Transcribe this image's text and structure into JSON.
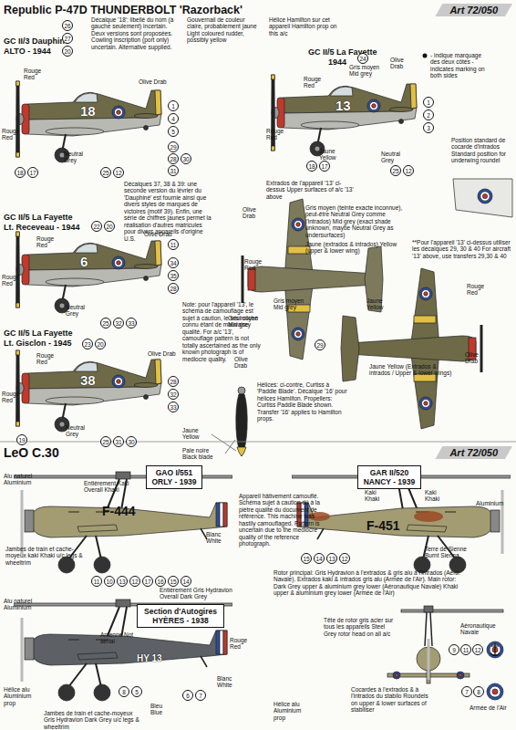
{
  "diagram": {
    "nodes": [
      {
        "text": [
          "Republic P-47D THUNDERBOLT 'Razorback'",
          "Art 72/050"
        ]
      },
      {
        "text": [
          "LeO C.30",
          "Art 72/050"
        ]
      },
      {
        "text": [
          "GAO I/551 ORLY - 1939"
        ]
      },
      {
        "text": [
          "GAR II/520 NANCY - 1939"
        ]
      },
      {
        "text": [
          "Section d'Autogires HYÈRES - 1938"
        ]
      }
    ],
    "labels": [
      "GC II/3 Dauphiné",
      "ALTO - 1944",
      "Décalque '18': libellé du nom (à gauche seulement) incertain. Deux versions sont proposées. Cowling inscription (port only) uncertain. Alternative supplied.",
      "Gouvernail de couleur claire, probablement jaune Light coloured rudder, possibly yellow",
      "Hélice Hamilton sur cet appareil Hamilton prop on this a/c",
      "GC II/5 La Fayette",
      "1944",
      "Rouge Red",
      "Rouge Red",
      "Olive Drab",
      "Neutral Grey",
      "Décalques 37, 38 & 39: une seconde version du lévrier du 'Dauphiné' est fournie ainsi que divers styles de marques de victoires (motif 39). Enfin, une série de chiffres jaunes permet la réalisation d'autres matricules pour divers appareils d'origine U.S.",
      "GC II/5 La Fayette",
      "Lt. Receveau - 1944",
      "Rouge Red",
      "Rouge Red",
      "Olive Drab",
      "Neutral Grey",
      "Note: pour l'appareil '13', le schéma de camouflage est sujet à caution, le seul cliché connu étant de mauvaise qualité. For a/c '13', camouflage pattern is not totally ascertained as the only known photograph is of mediocre quality.",
      "GC II/5 La Fayette",
      "Lt. Gisclon - 1945",
      "Rouge Red",
      "Rouge Red",
      "Olive Drab",
      "Neutral Grey",
      "Jaune Yellow",
      "Pale noire Black blade",
      "Hélices: ci-contre, Curtiss à 'Paddle Blade'. Décalque '16' pour hélices Hamilton. Propellers: Curtiss Paddle Blade shown. Transfer '16' applies to Hamilton props.",
      "Gris moyen Mid grey",
      "Olive Drab",
      "Rouge Red",
      "Rouge Red",
      "Jaune Yellow",
      "Neutral Grey",
      "Position standard de cocarde d'intrados Standard position for underwing roundel",
      "Extrados de l'appareil '13' ci-dessus Upper surfaces of a/c '13' above",
      "Olive Drab",
      "Gris moyen (teinte exacte inconnue), peut-être Neutral Grey comme l'intrados) Mid grey (exact shade unknown, maybe Neutral Grey as undersurfaces)",
      "**Pour l'appareil '13' ci-dessus utiliser les décalques 29, 30 & 40 For aircraft '13' above, use transfers 29,30 & 40",
      "Rouge Red",
      "Jaune (extrados & intrados) Yellow (upper & lower wing)",
      "Gris moyen Mid grey",
      "Gris moyen Mid grey",
      "Olive Drab",
      "Jaune Yellow",
      "Rouge Red",
      "Jaune Yellow (Extrados & intrados / Upper & lower wings)",
      "Olive Drab",
      "18",
      "13",
      "6",
      "38",
      "26",
      "27",
      "20",
      "18",
      "17",
      "25",
      "12",
      "1",
      "4",
      "5",
      "29",
      "28",
      "30",
      "31",
      "24",
      "18",
      "17",
      "25",
      "12",
      "1",
      "2",
      "3",
      "22",
      "20",
      "25",
      "32",
      "33",
      "11",
      "34",
      "35",
      "28",
      "23",
      "20",
      "19",
      "25",
      "31",
      "30",
      "28",
      "32",
      "33",
      "29",
      "Alu naturel Aluminium",
      "Entièrement Kaki Overall Khaki",
      "F-444",
      "Blanc White",
      "Jambes de train et cache-moyeux kaki Khaki u/c legs & wheeltrim",
      "Appareil hâtivement camouflé. Schéma sujet à caution dû à la piètre qualité du document de référence. This machine was hastily camouflaged. Pattern is uncertain due to the mediocre quality of the reference photograph.",
      "Kaki Khaki",
      "Kaki Khaki",
      "Aluminium",
      "F-451",
      "Terre de Sienne Burnt Sienna",
      "Rotor principal: Gris Hydravion à l'extrados & gris alu à l'intrados (Aéro. Navale). Extrados kaki & intrados gris alu (Armée de l'Air). Main rotor: Dark Grey upper & aluminium grey lower (Aéronautique Navale) Khaki upper & aluminium grey lower (Armée de l'Air)",
      "Alu naturel Aluminium",
      "Entièrement Gris Hydravion Overall Dark Grey",
      "Antenne Not aerial",
      "HY 13",
      "Rouge Red",
      "Blanc White",
      "Bleu Blue",
      "Hélice alu Aluminium prop",
      "Jambes de train et cache-moyeux Gris Hydravion Dark Grey u/c legs & wheeltrim",
      "Tête de rotor gris acier sur tous les appareils Steel Grey rotor head on all a/c",
      "Aéronautique Navale",
      "Armée de l'Air",
      "Cocardes à l'extrados & à l'intrados du stabilo Roundels on upper & lower surfaces of stabiliser",
      "Hélice alu Aluminium prop",
      "11",
      "10",
      "13",
      "12",
      "17",
      "16",
      "15",
      "14",
      "15",
      "14",
      "13",
      "12",
      "8",
      "5",
      "6",
      "7",
      "9",
      "11",
      "12",
      "7",
      "8"
    ],
    "legend": [
      {
        "text": "- indique marquage des deux côtés - indicates marking on both sides"
      }
    ]
  }
}
